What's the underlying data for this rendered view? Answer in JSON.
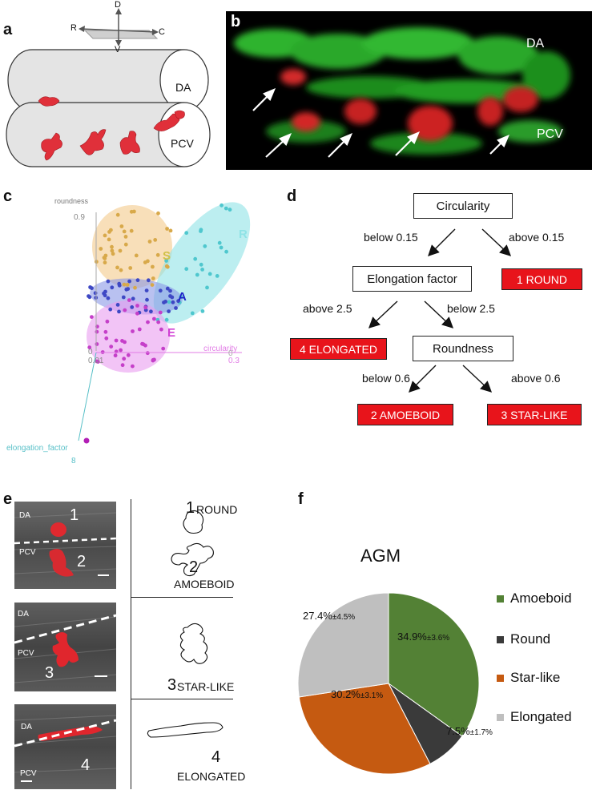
{
  "panels": {
    "a": "a",
    "b": "b",
    "c": "c",
    "d": "d",
    "e": "e",
    "f": "f"
  },
  "panel_a": {
    "axes": {
      "d": "D",
      "v": "V",
      "r": "R",
      "c": "C"
    },
    "vessels": {
      "top": "DA",
      "bottom": "PCV"
    }
  },
  "panel_b": {
    "labels": {
      "top": "DA",
      "bottom": "PCV"
    }
  },
  "panel_c": {
    "axis_roundness": "roundness",
    "axis_circularity": "circularity",
    "axis_elongation": "elongation_factor",
    "tick_09": "0.9",
    "tick_0_left": "0",
    "tick_001": "0.01",
    "tick_0_circ": "0",
    "tick_03": "0.3",
    "tick_8": "8",
    "clusters": {
      "S": "S",
      "R": "R",
      "A": "A",
      "E": "E"
    },
    "colors": {
      "S": "#f3c98a",
      "R": "#8fe3e6",
      "A": "#8b97e6",
      "E": "#ea9cf0"
    }
  },
  "panel_d": {
    "circularity": "Circularity",
    "below015": "below 0.15",
    "above015": "above 0.15",
    "round": "1 ROUND",
    "elongation": "Elongation factor",
    "above25": "above 2.5",
    "below25": "below 2.5",
    "elongated": "4 ELONGATED",
    "roundness": "Roundness",
    "below06": "below 0.6",
    "above06": "above 0.6",
    "amoeboid": "2 AMOEBOID",
    "starlike": "3 STAR-LIKE"
  },
  "panel_e": {
    "row1": {
      "da": "DA",
      "pcv": "PCV",
      "n1": "1",
      "n2": "2",
      "shape1_num": "1",
      "shape1_name": "ROUND",
      "shape2_num": "2",
      "shape2_name": "AMOEBOID"
    },
    "row2": {
      "da": "DA",
      "pcv": "PCV",
      "n3": "3",
      "shape_num": "3",
      "shape_name": "STAR-LIKE"
    },
    "row3": {
      "da": "DA",
      "pcv": "PCV",
      "n4": "4",
      "shape_num": "4",
      "shape_name": "ELONGATED"
    }
  },
  "chart_data": {
    "type": "pie",
    "title": "AGM",
    "series": [
      {
        "name": "Amoeboid",
        "value": 34.9,
        "error": "±3.6%",
        "label": "34.9%",
        "color": "#538135"
      },
      {
        "name": "Round",
        "value": 7.5,
        "error": "±1.7%",
        "label": "7.5%",
        "color": "#3a3a3a"
      },
      {
        "name": "Star-like",
        "value": 30.2,
        "error": "±3.1%",
        "label": "30.2%",
        "color": "#c55a11"
      },
      {
        "name": "Elongated",
        "value": 27.4,
        "error": "±4.5%",
        "label": "27.4%",
        "color": "#bfbfbf"
      }
    ],
    "legend_position": "right"
  }
}
